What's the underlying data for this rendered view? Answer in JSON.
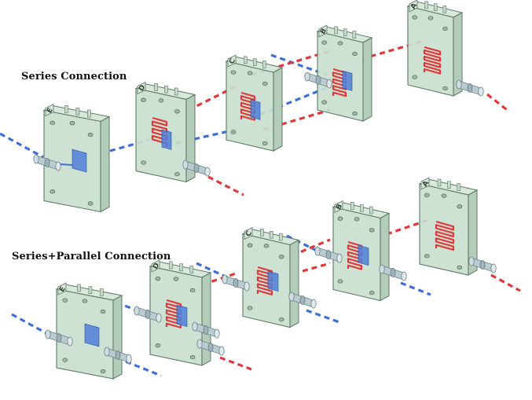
{
  "captions": {
    "series": "Series Connection",
    "series_parallel": "Series+Parallel Connection"
  },
  "chip_labels": [
    "E",
    "D",
    "C",
    "B",
    "A"
  ],
  "colors": {
    "chip_fill": "#c9dfcf",
    "chip_edge": "#5c7a66",
    "blue_channel": "#3d6fd6",
    "red_channel": "#e0393b",
    "blue_pad": "#4f7fd8",
    "red_pad": "#e24845"
  },
  "icons": {
    "connector": "tube-connector-icon",
    "chip": "microfluidic-chip-icon"
  }
}
